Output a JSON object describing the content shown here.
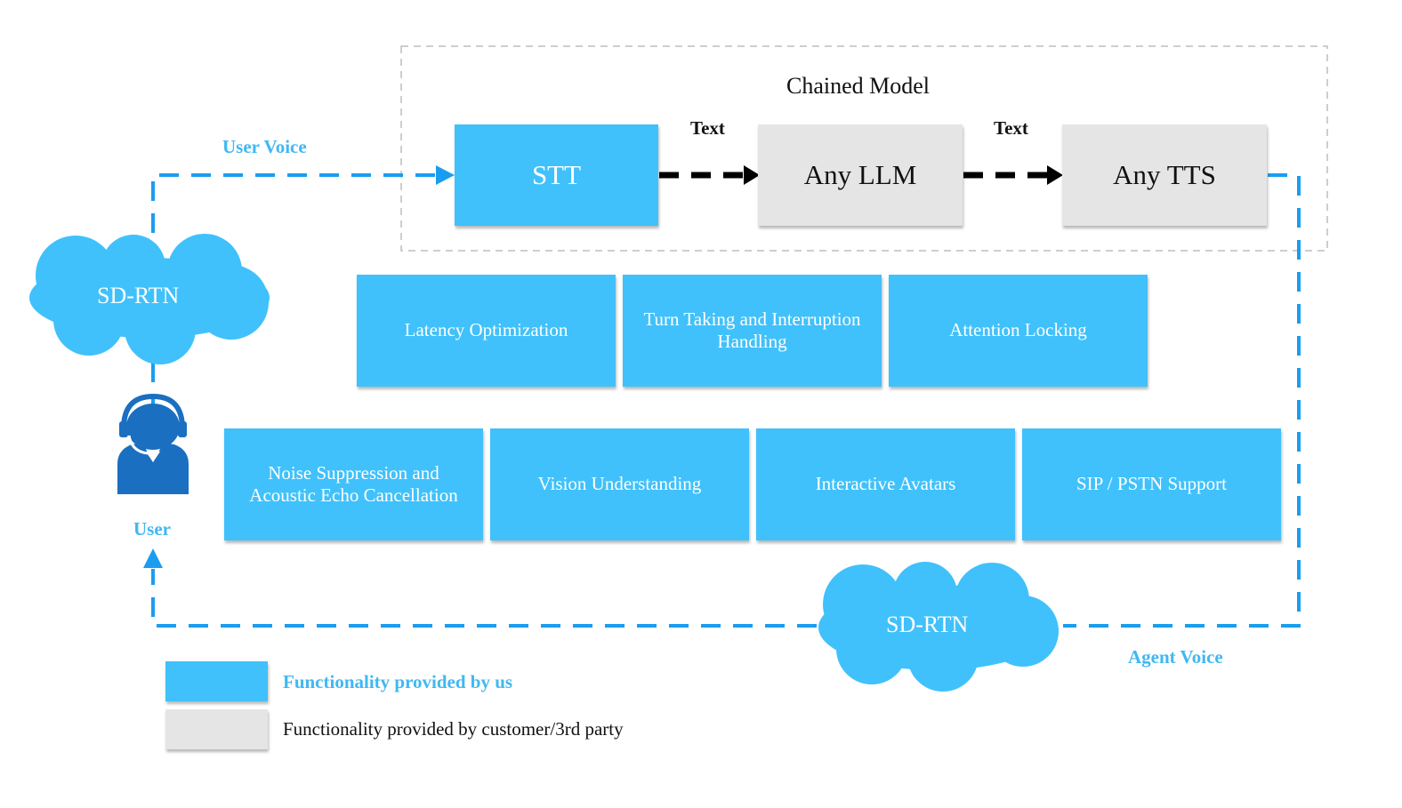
{
  "model": {
    "title": "Chained Model",
    "stt": "STT",
    "llm": "Any LLM",
    "tts": "Any TTS",
    "text_label_1": "Text",
    "text_label_2": "Text"
  },
  "flow": {
    "user_voice": "User Voice",
    "agent_voice": "Agent Voice",
    "user": "User",
    "cloud_top": "SD-RTN",
    "cloud_bottom": "SD-RTN"
  },
  "features_row1": [
    "Latency Optimization",
    "Turn Taking and Interruption Handling",
    "Attention Locking"
  ],
  "features_row2": [
    "Noise Suppression and Acoustic Echo Cancellation",
    "Vision Understanding",
    "Interactive Avatars",
    "SIP / PSTN Support"
  ],
  "legend": {
    "ours": "Functionality provided by us",
    "third_party": "Functionality provided by customer/3rd party"
  },
  "colors": {
    "ours": "#40c1fb",
    "third_party": "#e5e5e5",
    "flow_line": "#1a9df0"
  },
  "icons": [
    "user-headset-icon",
    "cloud-icon"
  ]
}
